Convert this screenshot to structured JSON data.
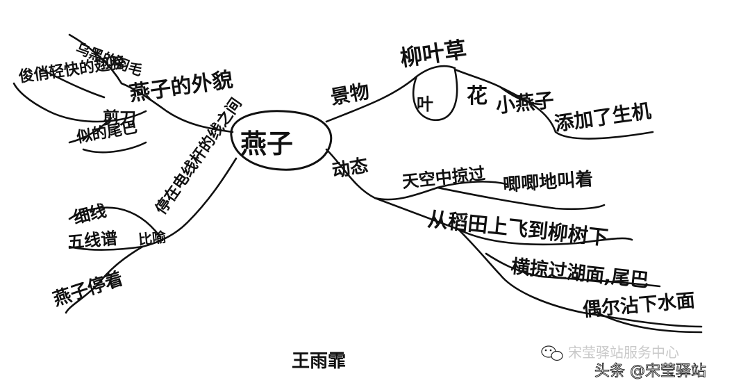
{
  "mindmap": {
    "center": "燕子",
    "appearance": {
      "label": "燕子的外貌",
      "feathers": "乌黑的羽毛",
      "wings": "俊俏轻快的翅膀",
      "tail_scissors": "剪刀",
      "tail": "似的尾巴"
    },
    "scenery": {
      "label": "景物",
      "items": "柳叶草",
      "leaf": "叶",
      "flower": "花",
      "swallow": "小燕子",
      "vitality": "添加了生机"
    },
    "dynamics": {
      "label": "动态",
      "sky": "天空中掠过",
      "chirp": "唧唧地叫着",
      "field": "从稻田上飞到柳树下",
      "lake": "横掠过湖面,尾巴",
      "water": "偶尔沾下水面"
    },
    "resting": {
      "label": "停在电线杆的线之间",
      "wire": "细线",
      "poles": "五线谱",
      "compare": "比喻",
      "notes": "燕子停着"
    },
    "author": "王雨霏"
  },
  "watermark": {
    "line1": "宋莹驿站服务中心",
    "line2": "头条 @宋莹驿站"
  }
}
